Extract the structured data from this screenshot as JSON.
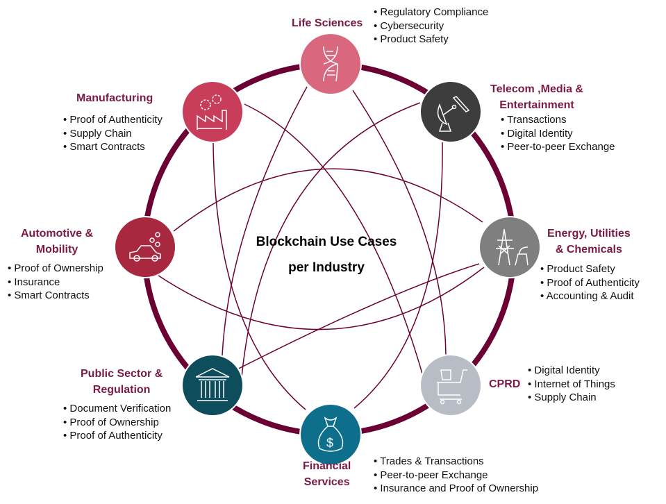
{
  "center_title": {
    "line1": "Blockchain Use Cases",
    "line2": "per Industry"
  },
  "colors": {
    "ring": "#6b0033",
    "title": "#7a1a45"
  },
  "industries": [
    {
      "id": "life-sciences",
      "title": [
        "Life Sciences"
      ],
      "icon": "dna-icon",
      "color": "#d9687f",
      "items": [
        "Regulatory Compliance",
        "Cybersecurity",
        "Product Safety"
      ]
    },
    {
      "id": "telecom",
      "title": [
        "Telecom ,Media &",
        "Entertainment"
      ],
      "icon": "satellite-icon",
      "color": "#3d3d3d",
      "items": [
        "Transactions",
        "Digital Identity",
        "Peer-to-peer Exchange"
      ]
    },
    {
      "id": "energy",
      "title": [
        "Energy, Utilities",
        "& Chemicals"
      ],
      "icon": "power-tower-icon",
      "color": "#7f7f7f",
      "items": [
        "Product Safety",
        "Proof of Authenticity",
        "Accounting & Audit"
      ]
    },
    {
      "id": "cprd",
      "title": [
        "CPRD"
      ],
      "icon": "shopping-cart-icon",
      "color": "#b8bcc4",
      "items": [
        "Digital Identity",
        "Internet of Things",
        "Supply Chain"
      ]
    },
    {
      "id": "financial",
      "title": [
        "Financial",
        "Services"
      ],
      "icon": "money-bag-icon",
      "color": "#0e6f8c",
      "items": [
        "Trades & Transactions",
        "Peer-to-peer Exchange",
        "Insurance and Proof of Ownership"
      ]
    },
    {
      "id": "public-sector",
      "title": [
        "Public Sector &",
        "Regulation"
      ],
      "icon": "bank-icon",
      "color": "#0d4d5c",
      "items": [
        "Document Verification",
        "Proof of Ownership",
        "Proof of Authenticity"
      ]
    },
    {
      "id": "automotive",
      "title": [
        "Automotive &",
        "Mobility"
      ],
      "icon": "car-icon",
      "color": "#a8283f",
      "items": [
        "Proof of Ownership",
        "Insurance",
        "Smart Contracts"
      ]
    },
    {
      "id": "manufacturing",
      "title": [
        "Manufacturing"
      ],
      "icon": "factory-icon",
      "color": "#c83e5a",
      "items": [
        "Proof of Authenticity",
        "Supply Chain",
        "Smart Contracts"
      ]
    }
  ]
}
